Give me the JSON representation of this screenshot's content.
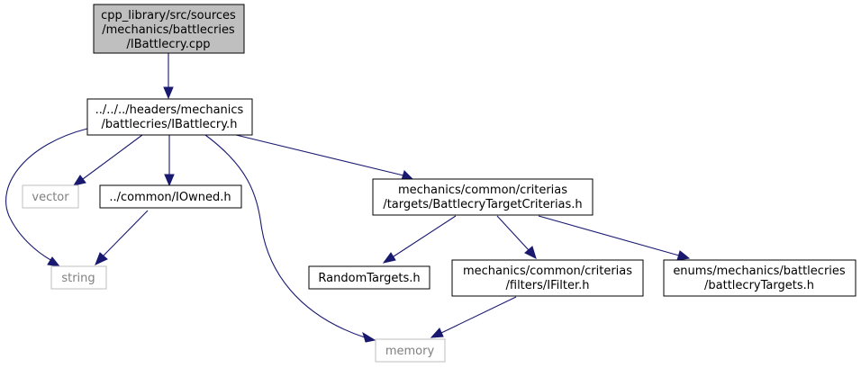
{
  "colors": {
    "edge": "#191970",
    "root_fill": "#bfbfbf",
    "normal_border": "#000000",
    "external_border": "#bfbfbf",
    "external_text": "#808080"
  },
  "nodes": {
    "root": {
      "lines": [
        "cpp_library/src/sources",
        "/mechanics/battlecries",
        "/IBattlecry.cpp"
      ]
    },
    "ibattlecry_h": {
      "lines": [
        "../../../headers/mechanics",
        "/battlecries/IBattlecry.h"
      ]
    },
    "vector": {
      "lines": [
        "vector"
      ]
    },
    "iowned": {
      "lines": [
        "../common/IOwned.h"
      ]
    },
    "criterias": {
      "lines": [
        "mechanics/common/criterias",
        "/targets/BattlecryTargetCriterias.h"
      ]
    },
    "string": {
      "lines": [
        "string"
      ]
    },
    "random_targets": {
      "lines": [
        "RandomTargets.h"
      ]
    },
    "ifilter": {
      "lines": [
        "mechanics/common/criterias",
        "/filters/IFilter.h"
      ]
    },
    "battlecry_targets": {
      "lines": [
        "enums/mechanics/battlecries",
        "/battlecryTargets.h"
      ]
    },
    "memory": {
      "lines": [
        "memory"
      ]
    }
  }
}
